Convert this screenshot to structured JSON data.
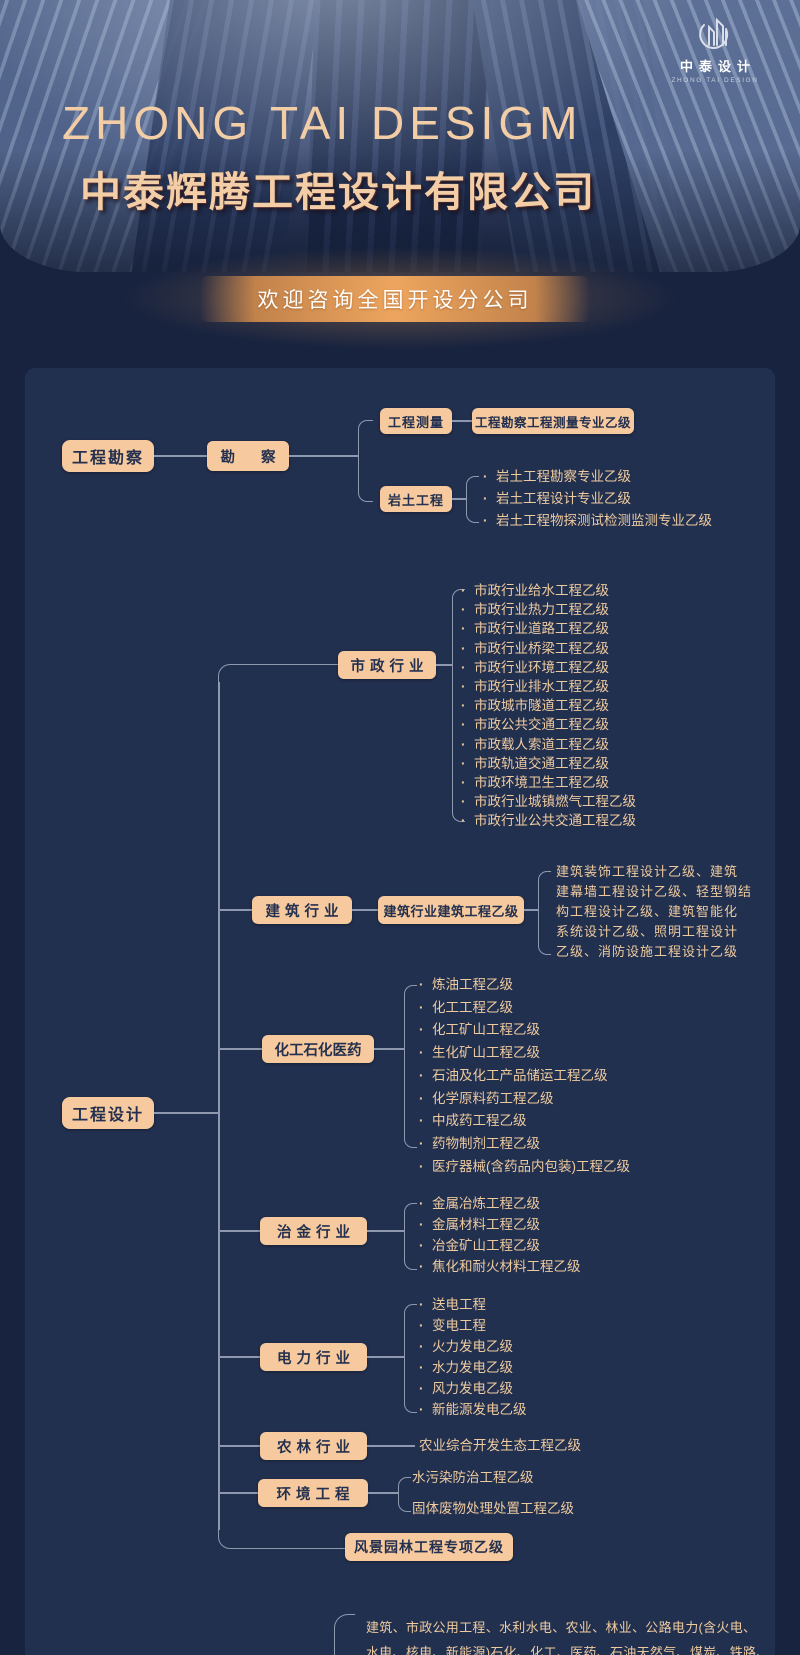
{
  "colors": {
    "background": "#18233f",
    "panel": "#22304f",
    "node_bg": "#f6ca9e",
    "node_text": "#24304f",
    "item_text": "#eeca9f",
    "connector": "#8e99af",
    "ribbon_orange": "#eda55e",
    "title_peach": "#f2cda5"
  },
  "header": {
    "logo_cn": "中泰设计",
    "logo_en": "ZHONG TAI DESIGN",
    "title_en": "ZHONG TAI DESIGM",
    "title_cn": "中泰辉腾工程设计有限公司",
    "banner": "欢迎咨询全国开设分公司"
  },
  "survey": {
    "root": "工程勘察",
    "mid": "勘察",
    "measure": {
      "label": "工程测量",
      "cert": "工程勘察工程测量专业乙级"
    },
    "geotech": {
      "label": "岩土工程",
      "items": [
        "岩土工程勘察专业乙级",
        "岩土工程设计专业乙级",
        "岩土工程物探测试检测监测专业乙级"
      ]
    }
  },
  "design": {
    "root": "工程设计",
    "municipal": {
      "label": "市政行业",
      "items": [
        "市政行业给水工程乙级",
        "市政行业热力工程乙级",
        "市政行业道路工程乙级",
        "市政行业桥梁工程乙级",
        "市政行业环境工程乙级",
        "市政行业排水工程乙级",
        "市政城市隧道工程乙级",
        "市政公共交通工程乙级",
        "市政载人索道工程乙级",
        "市政轨道交通工程乙级",
        "市政环境卫生工程乙级",
        "市政行业城镇燃气工程乙级",
        "市政行业公共交通工程乙级"
      ]
    },
    "construction": {
      "label": "建筑行业",
      "cert": "建筑行业建筑工程乙级",
      "block": [
        "建筑装饰工程设计乙级、建筑",
        "建幕墙工程设计乙级、轻型钢结",
        "构工程设计乙级、建筑智能化",
        "系统设计乙级、照明工程设计",
        "乙级、消防设施工程设计乙级"
      ]
    },
    "chemical": {
      "label": "化工石化医药",
      "items": [
        "炼油工程乙级",
        "化工工程乙级",
        "化工矿山工程乙级",
        "生化矿山工程乙级",
        "石油及化工产品储运工程乙级",
        "化学原料药工程乙级",
        "中成药工程乙级",
        "药物制剂工程乙级",
        "医疗器械(含药品内包装)工程乙级"
      ]
    },
    "metallurgy": {
      "label": "治金行业",
      "items": [
        "金属冶炼工程乙级",
        "金属材料工程乙级",
        "冶金矿山工程乙级",
        "焦化和耐火材料工程乙级"
      ]
    },
    "power": {
      "label": "电力行业",
      "items": [
        "送电工程",
        "变电工程",
        "火力发电乙级",
        "水力发电乙级",
        "风力发电乙级",
        "新能源发电乙级"
      ]
    },
    "agriculture": {
      "label": "农林行业",
      "items": [
        "农业综合开发生态工程乙级"
      ]
    },
    "environment": {
      "label": "环境工程",
      "items": [
        "水污染防治工程乙级",
        "固体废物处理处置工程乙级"
      ]
    },
    "landscape": {
      "label": "风景园林工程专项乙级"
    }
  },
  "footer": {
    "lines": [
      "建筑、市政公用工程、水利水电、农业、林业、公路电力(含火电、",
      "水电、核电、新能源)石化、化工、医药、石油天然气、煤炭、铁路、"
    ]
  }
}
